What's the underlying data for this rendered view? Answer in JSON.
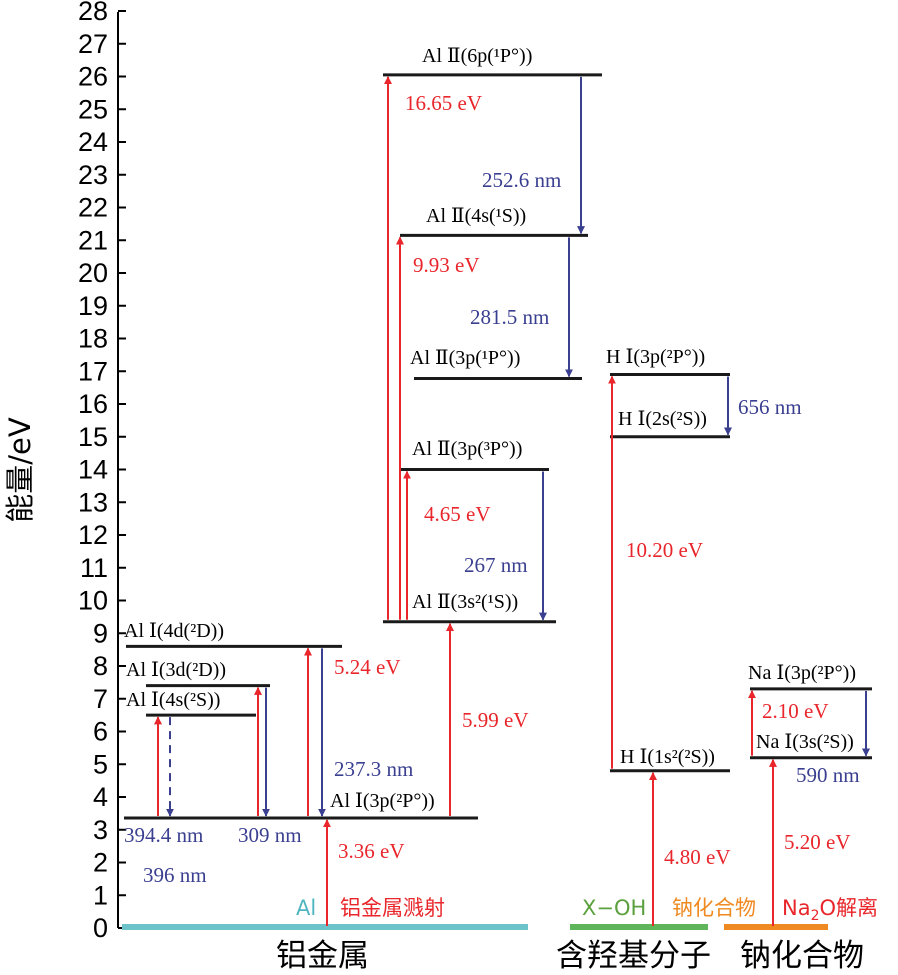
{
  "axis": {
    "ylabel": "能量/eV",
    "min": 0,
    "max": 28,
    "ticks": [
      "0",
      "1",
      "2",
      "3",
      "4",
      "5",
      "6",
      "7",
      "8",
      "9",
      "10",
      "11",
      "12",
      "13",
      "14",
      "15",
      "16",
      "17",
      "18",
      "19",
      "20",
      "21",
      "22",
      "23",
      "24",
      "25",
      "26",
      "27",
      "28"
    ]
  },
  "levels": [
    {
      "id": "al1-3p",
      "label": "Al Ⅰ(3p(²P°))",
      "energy": 3.36
    },
    {
      "id": "al1-4s",
      "label": "Al Ⅰ(4s(²S))",
      "energy": 6.5
    },
    {
      "id": "al1-3d",
      "label": "Al Ⅰ(3d(²D))",
      "energy": 7.4
    },
    {
      "id": "al1-4d",
      "label": "Al Ⅰ(4d(²D))",
      "energy": 8.6
    },
    {
      "id": "al2-3s2",
      "label": "Al Ⅱ(3s²(¹S))",
      "energy": 9.35
    },
    {
      "id": "al2-3p3",
      "label": "Al Ⅱ(3p(³P°))",
      "energy": 14.0
    },
    {
      "id": "al2-3p1",
      "label": "Al Ⅱ(3p(¹P°))",
      "energy": 16.78
    },
    {
      "id": "al2-4s",
      "label": "Al Ⅱ(4s(¹S))",
      "energy": 21.15
    },
    {
      "id": "al2-6p",
      "label": "Al Ⅱ(6p(¹P°))",
      "energy": 26.05
    },
    {
      "id": "h1-1s",
      "label": "H Ⅰ(1s²(²S))",
      "energy": 4.8
    },
    {
      "id": "h1-2s",
      "label": "H Ⅰ(2s(²S))",
      "energy": 15.0
    },
    {
      "id": "h1-3p",
      "label": "H Ⅰ(3p(²P°))",
      "energy": 16.9
    },
    {
      "id": "na1-3s",
      "label": "Na Ⅰ(3s(²S))",
      "energy": 5.2
    },
    {
      "id": "na1-3p",
      "label": "Na Ⅰ(3p(²P°))",
      "energy": 7.3
    }
  ],
  "energy_labels": [
    {
      "id": "e-1665",
      "text": "16.65 eV"
    },
    {
      "id": "e-993",
      "text": "9.93 eV"
    },
    {
      "id": "e-465",
      "text": "4.65 eV"
    },
    {
      "id": "e-599",
      "text": "5.99 eV"
    },
    {
      "id": "e-524",
      "text": "5.24 eV"
    },
    {
      "id": "e-336",
      "text": "3.36 eV"
    },
    {
      "id": "e-1020",
      "text": "10.20 eV"
    },
    {
      "id": "e-480",
      "text": "4.80 eV"
    },
    {
      "id": "e-210",
      "text": "2.10 eV"
    },
    {
      "id": "e-520",
      "text": "5.20 eV"
    }
  ],
  "wavelength_labels": [
    {
      "id": "w-2526",
      "text": "252.6 nm"
    },
    {
      "id": "w-2815",
      "text": "281.5 nm"
    },
    {
      "id": "w-267",
      "text": "267 nm"
    },
    {
      "id": "w-2373",
      "text": "237.3 nm"
    },
    {
      "id": "w-3944",
      "text": "394.4 nm"
    },
    {
      "id": "w-396",
      "text": "396 nm"
    },
    {
      "id": "w-309",
      "text": "309 nm"
    },
    {
      "id": "w-656",
      "text": "656 nm"
    },
    {
      "id": "w-590",
      "text": "590 nm"
    }
  ],
  "categories": [
    {
      "id": "cat-al",
      "text": "铝金属"
    },
    {
      "id": "cat-oh",
      "text": "含羟基分子"
    },
    {
      "id": "cat-na",
      "text": "钠化合物"
    }
  ],
  "processes": [
    {
      "id": "p-al",
      "text": "Al",
      "color": "#4fb5c0"
    },
    {
      "id": "p-sputter",
      "text": "铝金属溅射",
      "color": "#e8262b"
    },
    {
      "id": "p-xoh",
      "text": "X−OH",
      "color": "#5aa13d"
    },
    {
      "id": "p-nacomp",
      "text": "钠化合物",
      "color": "#ef8a22"
    },
    {
      "id": "p-na2o-a",
      "text": "Na",
      "color": "#e8262b"
    },
    {
      "id": "p-na2o-sub",
      "text": "2",
      "color": "#e8262b"
    },
    {
      "id": "p-na2o-b",
      "text": "O解离",
      "color": "#e8262b"
    }
  ],
  "colors": {
    "excitation": "#e8262b",
    "emission": "#3a3f90",
    "level_line": "#1a1a1a",
    "bar_al": "#6cc3c9",
    "bar_oh": "#5fb55a",
    "bar_na": "#ef8a22"
  }
}
